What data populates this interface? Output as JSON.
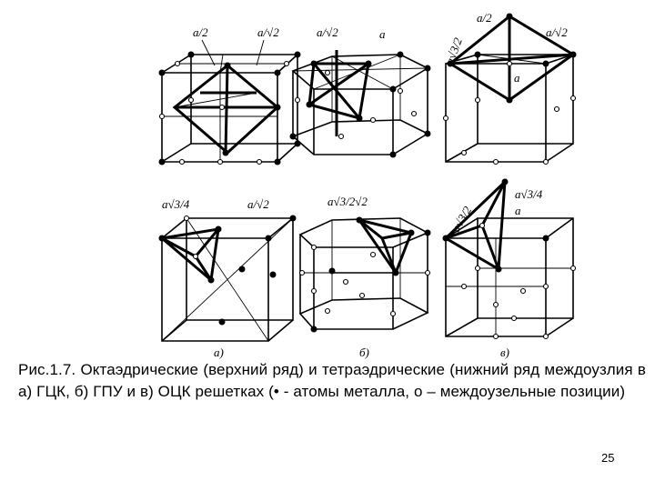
{
  "figure": {
    "top_row": {
      "a": {
        "labels": [
          "a/2",
          "a/√2"
        ]
      },
      "b": {
        "labels": [
          "a/√2",
          "a"
        ]
      },
      "c": {
        "labels": [
          "a/2",
          "a√3/2",
          "a/√2",
          "a"
        ]
      }
    },
    "bottom_row": {
      "a": {
        "labels": [
          "a√3/4",
          "a/√2"
        ],
        "panel_label": "а)"
      },
      "b": {
        "labels": [
          "a√3/2√2"
        ],
        "panel_label": "б)"
      },
      "c": {
        "labels": [
          "a√3/2",
          "a√3/4",
          "a"
        ],
        "panel_label": "в)"
      }
    }
  },
  "caption": "Рис.1.7. Октаэдрические (верхний ряд) и тетраэдрические (нижний ряд междоузлия в а) ГЦК, б) ГПУ и в) ОЦК решетках (• - атомы металла, о – междоузельные позиции)",
  "page_number": "25"
}
